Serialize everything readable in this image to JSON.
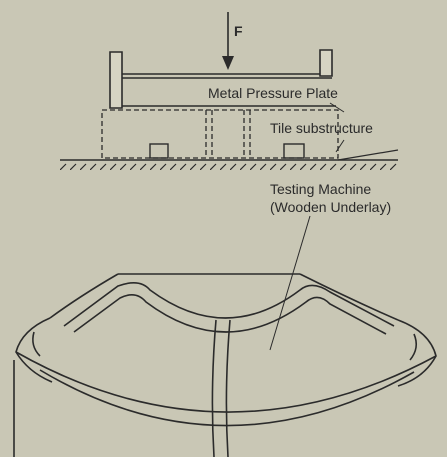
{
  "labels": {
    "force": "F",
    "pressure_plate": "Metal Pressure Plate",
    "tile_substructure": "Tile substructure",
    "testing_machine_line1": "Testing Machine",
    "testing_machine_line2": "(Wooden Underlay)"
  },
  "colors": {
    "background": "#c9c7b5",
    "ink": "#2b2b2b"
  }
}
